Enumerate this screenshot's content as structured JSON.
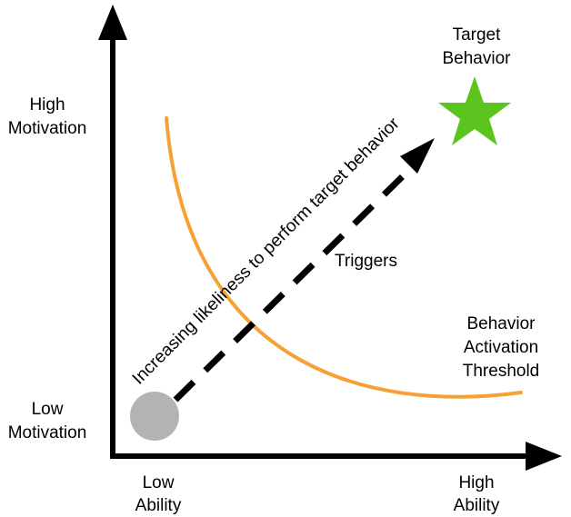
{
  "labels": {
    "target_line1": "Target",
    "target_line2": "Behavior",
    "high_motivation_line1": "High",
    "high_motivation_line2": "Motivation",
    "low_motivation_line1": "Low",
    "low_motivation_line2": "Motivation",
    "low_ability_line1": "Low",
    "low_ability_line2": "Ability",
    "high_ability_line1": "High",
    "high_ability_line2": "Ability",
    "triggers": "Triggers",
    "threshold_line1": "Behavior",
    "threshold_line2": "Activation",
    "threshold_line3": "Threshold",
    "diagonal": "Increasing likeliness to perform target behavior"
  },
  "colors": {
    "axis": "#000000",
    "threshold_curve": "#f5a133",
    "star": "#5cc41f",
    "start_circle": "#b3b3b3"
  }
}
